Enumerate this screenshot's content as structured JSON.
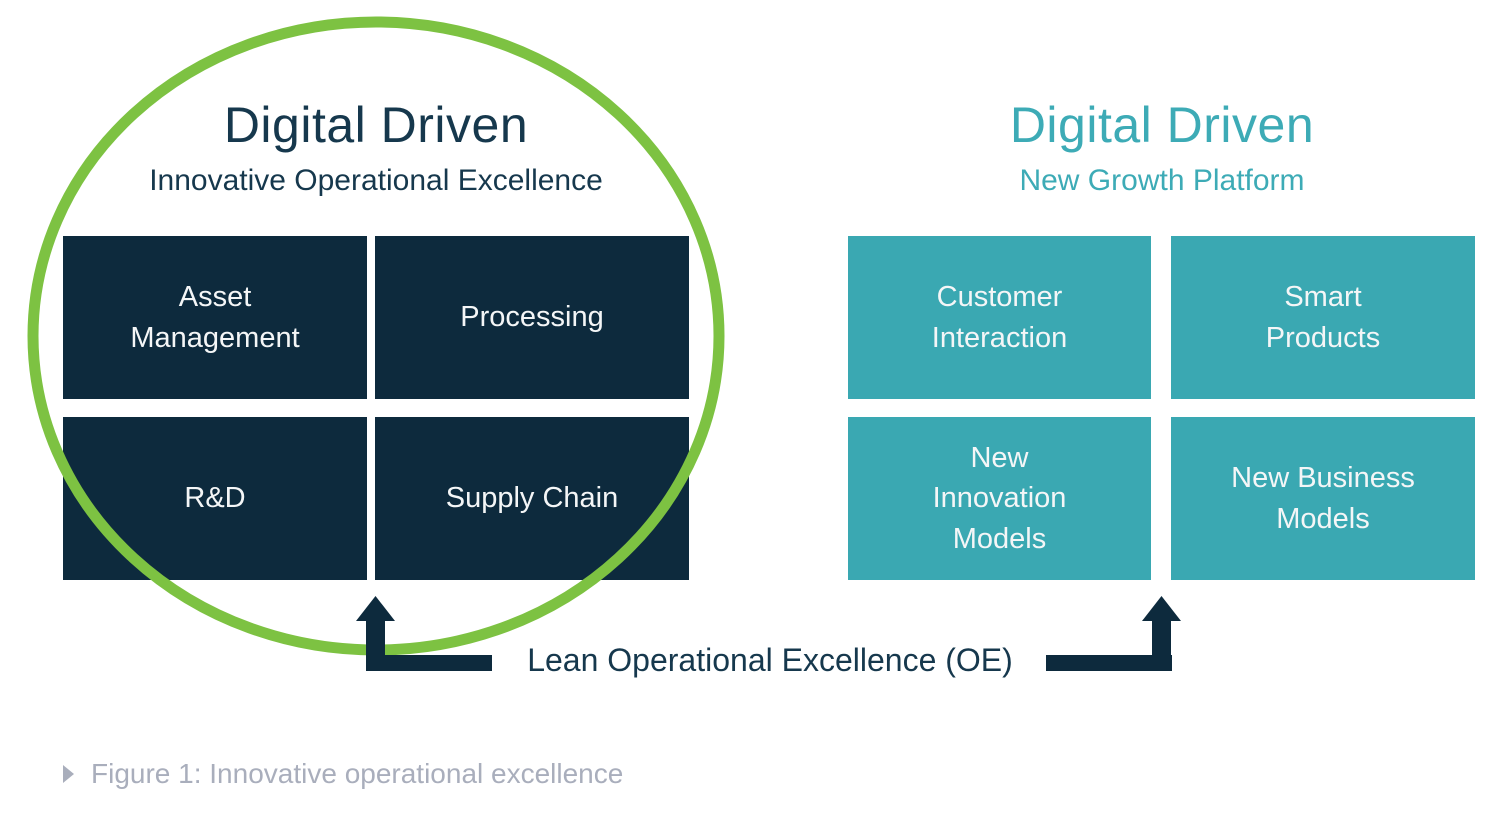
{
  "colors": {
    "navy-box": "#0d2a3d",
    "navy-text": "#16384d",
    "teal-box": "#3aa8b2",
    "teal-text": "#3dabb6",
    "green": "#7dc242",
    "caption-gray": "#a9aebc",
    "box-label": "#f4f6f7"
  },
  "left_group": {
    "title": "Digital Driven",
    "subtitle": "Innovative Operational Excellence",
    "boxes": [
      {
        "label": "Asset Management"
      },
      {
        "label": "Processing"
      },
      {
        "label": "R&D"
      },
      {
        "label": "Supply Chain"
      }
    ]
  },
  "right_group": {
    "title": "Digital Driven",
    "subtitle": "New Growth Platform",
    "boxes": [
      {
        "label": "Customer Interaction"
      },
      {
        "label": "Smart Products"
      },
      {
        "label": "New Innovation Models"
      },
      {
        "label": "New Business Models"
      }
    ]
  },
  "bottom_label": "Lean Operational Excellence (OE)",
  "caption": "Figure 1: Innovative operational excellence"
}
